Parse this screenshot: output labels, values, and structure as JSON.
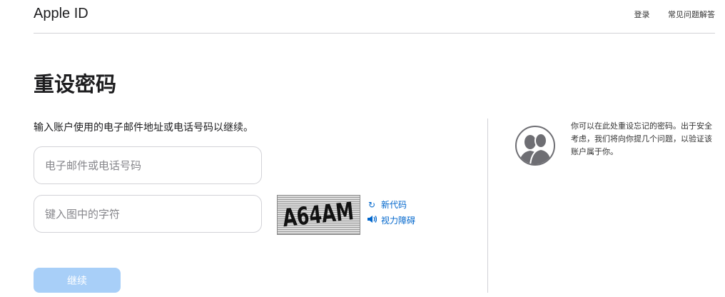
{
  "header": {
    "brand": "Apple ID",
    "nav": [
      "登录",
      "常见问题解答"
    ]
  },
  "main": {
    "title": "重设密码",
    "instruction": "输入账户使用的电子邮件地址或电话号码以继续。",
    "email_placeholder": "电子邮件或电话号码",
    "email_value": "",
    "captcha_placeholder": "键入图中的字符",
    "captcha_value": "",
    "captcha_text": "A64AM",
    "new_code": "新代码",
    "audio": "视力障碍",
    "continue": "继续"
  },
  "help": {
    "text": "你可以在此处重设忘记的密码。出于安全考虑，我们将向你提几个问题，以验证该账户属于你。"
  },
  "colors": {
    "link": "#0066cc",
    "button_disabled": "#a8cff8",
    "divider": "#d2d2d7"
  },
  "icons": [
    "refresh-icon",
    "speaker-icon",
    "people-icon"
  ]
}
